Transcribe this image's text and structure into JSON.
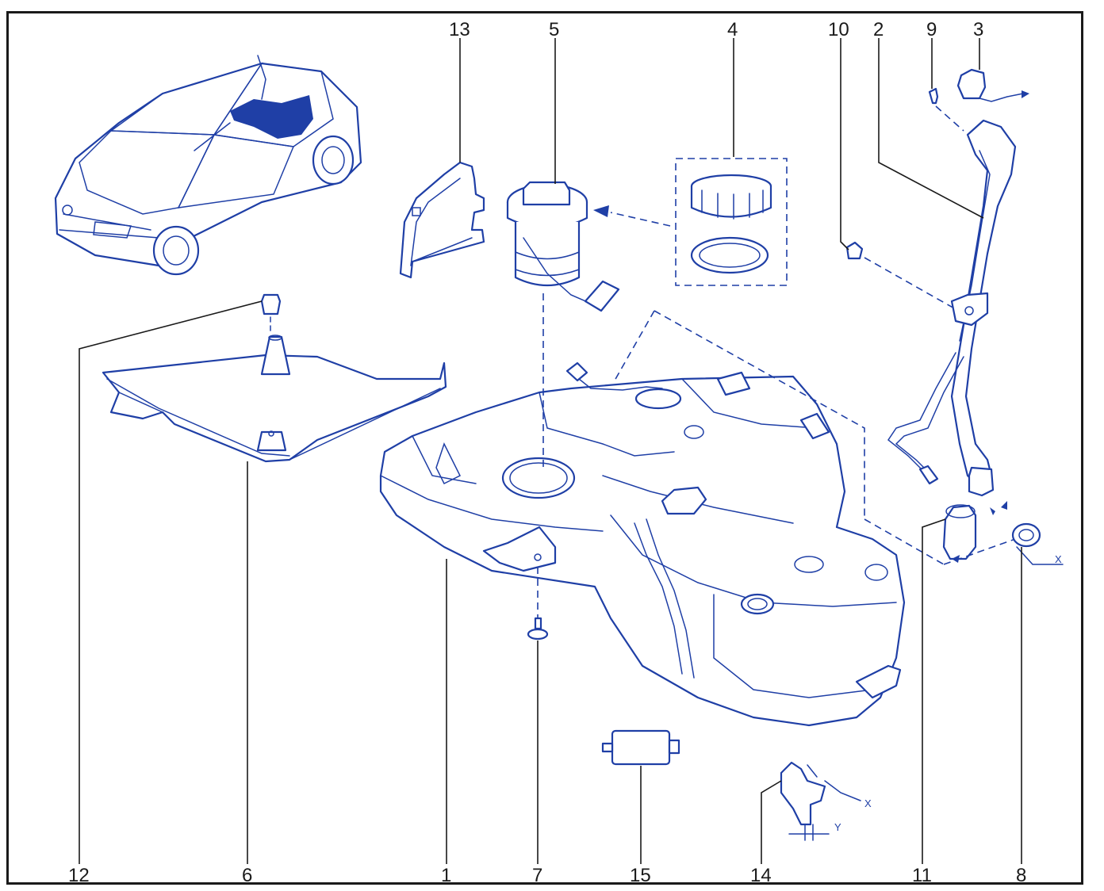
{
  "colors": {
    "line": "#1f3fa6",
    "label": "#1a1a1a",
    "background": "#ffffff"
  },
  "callouts": {
    "c1": "1",
    "c2": "2",
    "c3": "3",
    "c4": "4",
    "c5": "5",
    "c6": "6",
    "c7": "7",
    "c8": "8",
    "c9": "9",
    "c10": "10",
    "c11": "11",
    "c12": "12",
    "c13": "13",
    "c14": "14",
    "c15": "15"
  },
  "dimension_marks": {
    "x_top": "X",
    "x_bottom": "X",
    "y_bottom": "Y"
  },
  "car_icon": "vehicle-location-icon"
}
